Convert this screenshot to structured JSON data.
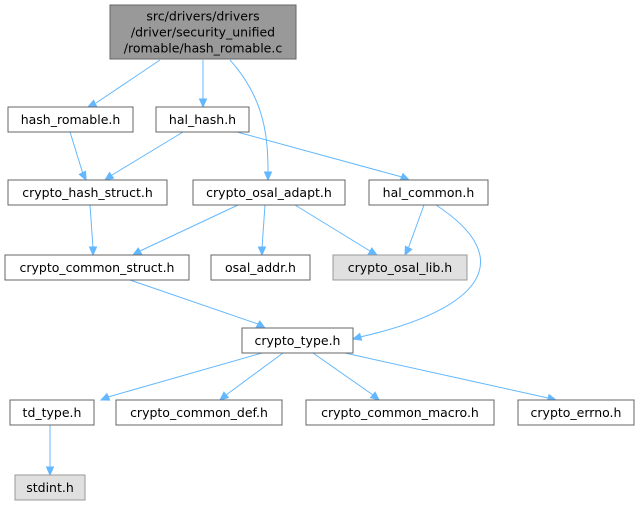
{
  "diagram": {
    "title": "Include dependency graph for hash_romable.c",
    "nodes": [
      {
        "id": "root",
        "lines": [
          "src/drivers/drivers",
          "/driver/security_unified",
          "/romable/hash_romable.c"
        ],
        "style": "root"
      },
      {
        "id": "hash_romable_h",
        "lines": [
          "hash_romable.h"
        ],
        "style": "normal"
      },
      {
        "id": "hal_hash_h",
        "lines": [
          "hal_hash.h"
        ],
        "style": "normal"
      },
      {
        "id": "crypto_hash_struct_h",
        "lines": [
          "crypto_hash_struct.h"
        ],
        "style": "normal"
      },
      {
        "id": "crypto_osal_adapt_h",
        "lines": [
          "crypto_osal_adapt.h"
        ],
        "style": "normal"
      },
      {
        "id": "hal_common_h",
        "lines": [
          "hal_common.h"
        ],
        "style": "normal"
      },
      {
        "id": "crypto_common_struct_h",
        "lines": [
          "crypto_common_struct.h"
        ],
        "style": "normal"
      },
      {
        "id": "osal_addr_h",
        "lines": [
          "osal_addr.h"
        ],
        "style": "normal"
      },
      {
        "id": "crypto_osal_lib_h",
        "lines": [
          "crypto_osal_lib.h"
        ],
        "style": "ext"
      },
      {
        "id": "crypto_type_h",
        "lines": [
          "crypto_type.h"
        ],
        "style": "normal"
      },
      {
        "id": "td_type_h",
        "lines": [
          "td_type.h"
        ],
        "style": "normal"
      },
      {
        "id": "crypto_common_def_h",
        "lines": [
          "crypto_common_def.h"
        ],
        "style": "normal"
      },
      {
        "id": "crypto_common_macro_h",
        "lines": [
          "crypto_common_macro.h"
        ],
        "style": "normal"
      },
      {
        "id": "crypto_errno_h",
        "lines": [
          "crypto_errno.h"
        ],
        "style": "normal"
      },
      {
        "id": "stdint_h",
        "lines": [
          "stdint.h"
        ],
        "style": "ext"
      }
    ],
    "edges": [
      {
        "from": "root",
        "to": "hash_romable_h"
      },
      {
        "from": "root",
        "to": "hal_hash_h"
      },
      {
        "from": "root",
        "to": "crypto_osal_adapt_h"
      },
      {
        "from": "hash_romable_h",
        "to": "crypto_hash_struct_h"
      },
      {
        "from": "hal_hash_h",
        "to": "crypto_hash_struct_h"
      },
      {
        "from": "hal_hash_h",
        "to": "hal_common_h"
      },
      {
        "from": "crypto_hash_struct_h",
        "to": "crypto_common_struct_h"
      },
      {
        "from": "crypto_osal_adapt_h",
        "to": "crypto_common_struct_h"
      },
      {
        "from": "crypto_osal_adapt_h",
        "to": "osal_addr_h"
      },
      {
        "from": "crypto_osal_adapt_h",
        "to": "crypto_osal_lib_h"
      },
      {
        "from": "hal_common_h",
        "to": "crypto_osal_lib_h"
      },
      {
        "from": "hal_common_h",
        "to": "crypto_type_h"
      },
      {
        "from": "crypto_common_struct_h",
        "to": "crypto_type_h"
      },
      {
        "from": "crypto_type_h",
        "to": "td_type_h"
      },
      {
        "from": "crypto_type_h",
        "to": "crypto_common_def_h"
      },
      {
        "from": "crypto_type_h",
        "to": "crypto_common_macro_h"
      },
      {
        "from": "crypto_type_h",
        "to": "crypto_errno_h"
      },
      {
        "from": "td_type_h",
        "to": "stdint_h"
      }
    ],
    "colors": {
      "edge": "#63b8ff",
      "root_fill": "#999999",
      "ext_fill": "#e0e0e0",
      "border": "#666666"
    }
  }
}
